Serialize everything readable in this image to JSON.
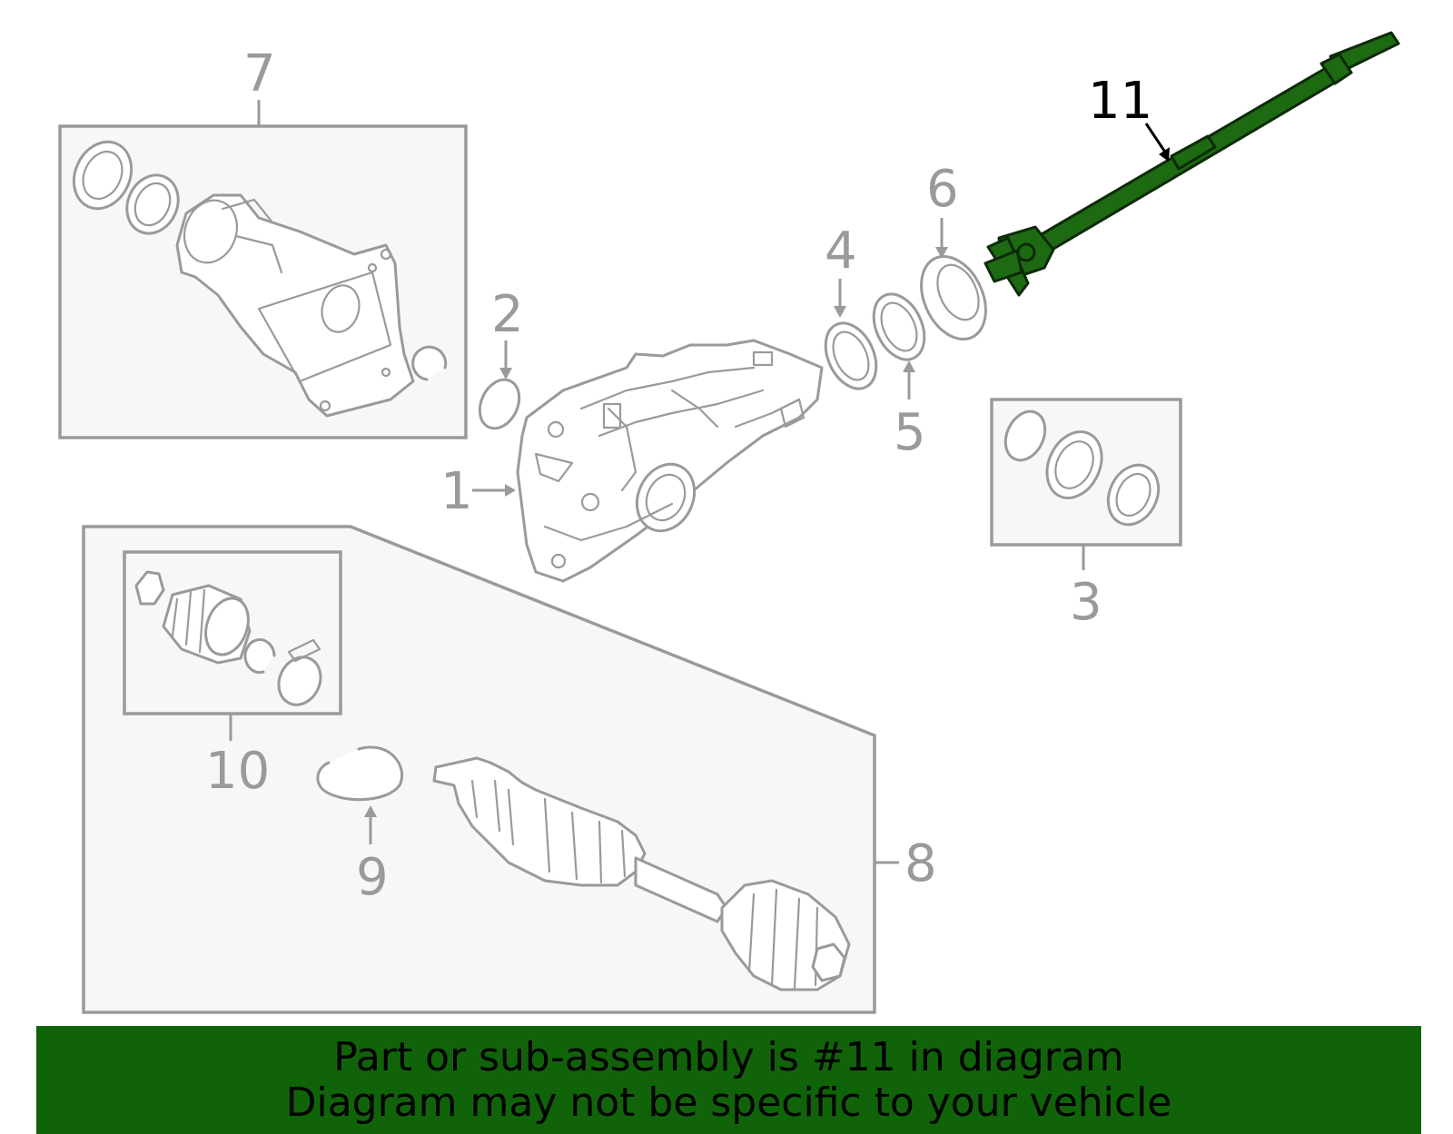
{
  "callouts": {
    "c1": "1",
    "c2": "2",
    "c3": "3",
    "c4": "4",
    "c5": "5",
    "c6": "6",
    "c7": "7",
    "c8": "8",
    "c9": "9",
    "c10": "10",
    "c11": "11"
  },
  "highlighted_part": "11",
  "colors": {
    "highlight": "#1d6a12",
    "banner": "#116309",
    "linework": "#9a9a9a"
  },
  "footer": {
    "line1": "Part or sub-assembly is #11 in diagram",
    "line2": "Diagram may not be specific to your vehicle"
  }
}
